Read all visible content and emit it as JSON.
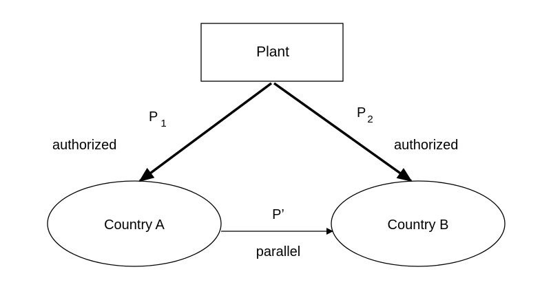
{
  "nodes": {
    "plant": "Plant",
    "country_a": "Country A",
    "country_b": "Country B"
  },
  "edges": {
    "p1": {
      "symbol": "P",
      "subscript": "1",
      "label": "authorized"
    },
    "p2": {
      "symbol": "P",
      "subscript": "2",
      "label": "authorized"
    },
    "parallel": {
      "symbol": "P’",
      "label": "parallel"
    }
  },
  "colors": {
    "stroke": "#000000",
    "background": "#ffffff"
  }
}
